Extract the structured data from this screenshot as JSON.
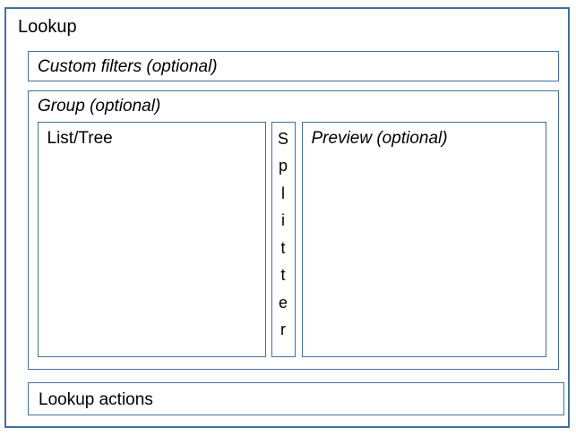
{
  "diagram": {
    "title": "Lookup",
    "custom_filters": {
      "label": "Custom filters (optional)"
    },
    "group": {
      "label": "Group (optional)",
      "list_tree": {
        "label": "List/Tree"
      },
      "splitter": {
        "word": "Splitter",
        "letters": [
          "S",
          "p",
          "l",
          "i",
          "t",
          "t",
          "e",
          "r"
        ]
      },
      "preview": {
        "label": "Preview (optional)"
      }
    },
    "actions": {
      "label": "Lookup actions"
    },
    "colors": {
      "border": "#41719C",
      "text": "#000000",
      "background": "#FFFFFF"
    }
  }
}
